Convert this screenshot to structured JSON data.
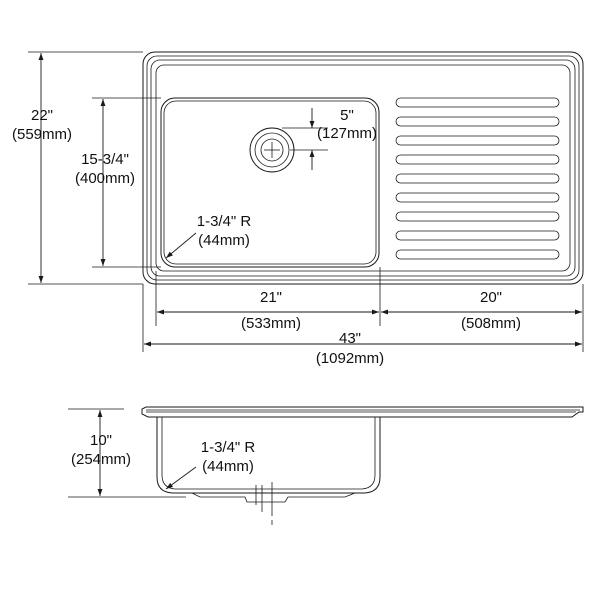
{
  "plan_view": {
    "width_overall": {
      "imperial": "22\"",
      "metric": "(559mm)"
    },
    "bowl_length": {
      "imperial": "15-3/4\"",
      "metric": "(400mm)"
    },
    "drain_offset": {
      "imperial": "5\"",
      "metric": "(127mm)"
    },
    "corner_radius": {
      "imperial": "1-3/4\" R",
      "metric": "(44mm)"
    },
    "bowl_width": {
      "imperial": "21\"",
      "metric": "(533mm)"
    },
    "drainboard_width": {
      "imperial": "20\"",
      "metric": "(508mm)"
    },
    "overall_length": {
      "imperial": "43\"",
      "metric": "(1092mm)"
    }
  },
  "side_view": {
    "depth": {
      "imperial": "10\"",
      "metric": "(254mm)"
    },
    "corner_radius": {
      "imperial": "1-3/4\" R",
      "metric": "(44mm)"
    }
  }
}
